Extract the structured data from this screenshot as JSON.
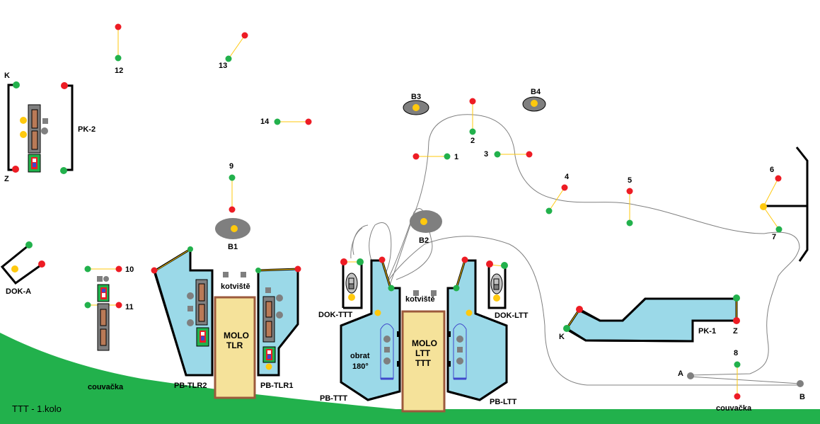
{
  "title": "TTT - 1.kolo",
  "colors": {
    "water": "#9bd9e8",
    "ground": "#22b14c",
    "gate_red": "#ed1c24",
    "gate_green": "#22b14c",
    "buoy": "#ffc90e",
    "pier": "#f5e29a",
    "pier_border": "#9c5a3c",
    "rock": "#7f7f7f"
  },
  "gates": [
    {
      "id": "1",
      "label": "1"
    },
    {
      "id": "2",
      "label": "2"
    },
    {
      "id": "3",
      "label": "3"
    },
    {
      "id": "4",
      "label": "4"
    },
    {
      "id": "5",
      "label": "5"
    },
    {
      "id": "6",
      "label": "6"
    },
    {
      "id": "7",
      "label": "7"
    },
    {
      "id": "8",
      "label": "8"
    },
    {
      "id": "9",
      "label": "9"
    },
    {
      "id": "10",
      "label": "10"
    },
    {
      "id": "11",
      "label": "11"
    },
    {
      "id": "12",
      "label": "12"
    },
    {
      "id": "13",
      "label": "13"
    },
    {
      "id": "14",
      "label": "14"
    }
  ],
  "buoys": {
    "b1": "B1",
    "b2": "B2",
    "b3": "B3",
    "b4": "B4"
  },
  "docks": {
    "pk2": "PK-2",
    "pk2_k": "K",
    "pk2_z": "Z",
    "pk1": "PK-1",
    "pk1_k": "K",
    "pk1_z": "Z",
    "dok_a": "DOK-A",
    "dok_ttt": "DOK-TTT",
    "dok_ltt": "DOK-LTT",
    "pb_tlr2": "PB-TLR2",
    "pb_tlr1": "PB-TLR1",
    "pb_ttt": "PB-TTT",
    "pb_ltt": "PB-LTT"
  },
  "piers": {
    "tlr": [
      "MOLO",
      "TLR"
    ],
    "ltt": [
      "MOLO",
      "LTT",
      "TTT"
    ]
  },
  "anchorage": [
    "kotviště",
    "kotviště"
  ],
  "notes": {
    "turn": [
      "obrat",
      "180°"
    ],
    "reverse1": "couvačka",
    "reverse2": "couvačka",
    "a": "A",
    "b": "B"
  }
}
